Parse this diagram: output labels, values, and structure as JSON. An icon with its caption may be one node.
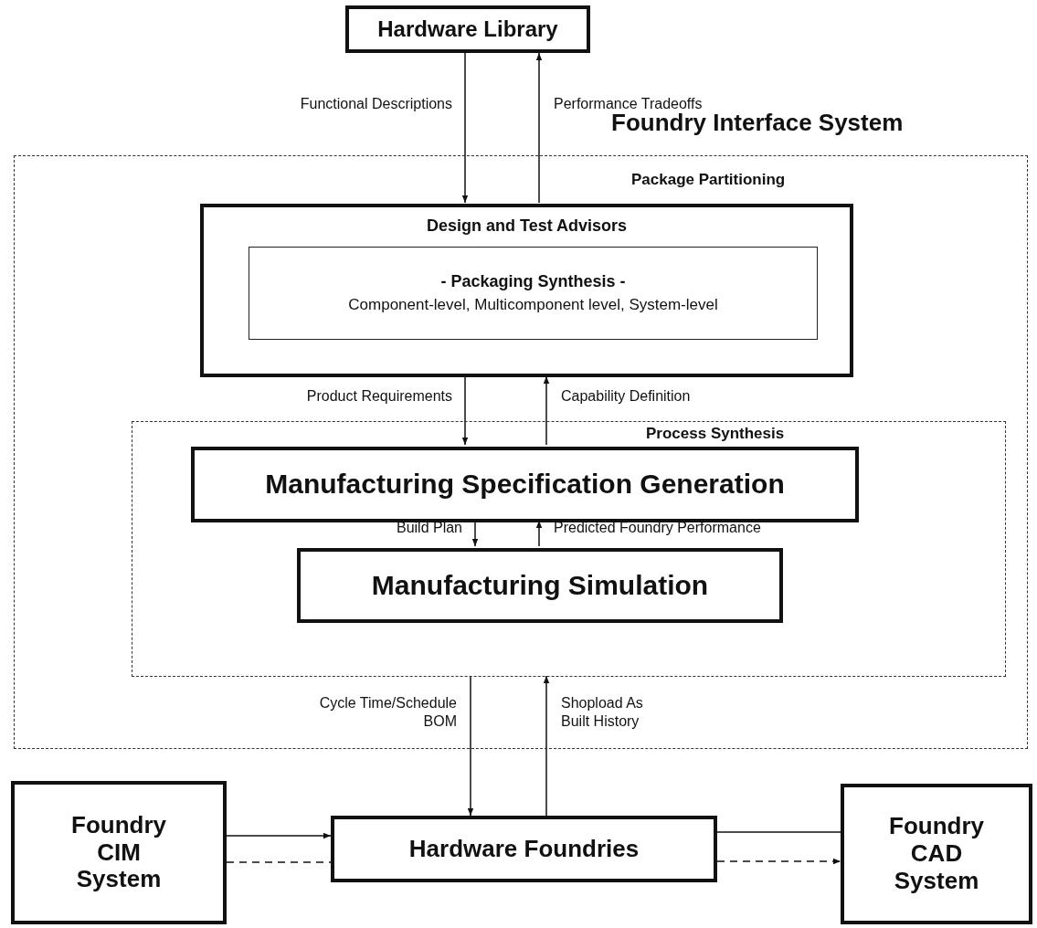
{
  "diagram": {
    "nodes": [
      {
        "text": [
          "Hardware Library"
        ]
      },
      {
        "text": [
          "Foundry Interface System",
          "Package Partitioning"
        ]
      },
      {
        "text": [
          "Design and Test Advisors"
        ],
        "in": 1
      },
      {
        "text": [
          "- Packaging Synthesis -",
          "Component-level, Multicomponent level, System-level"
        ],
        "in": 2
      },
      {
        "text": [
          "Process Synthesis"
        ],
        "in": 1
      },
      {
        "text": [
          "Manufacturing Specification Generation"
        ],
        "in": 4
      },
      {
        "text": [
          "Manufacturing Simulation"
        ],
        "in": 4
      },
      {
        "text": [
          "Foundry CIM System"
        ]
      },
      {
        "text": [
          "Hardware Foundries"
        ]
      },
      {
        "text": [
          "Foundry CAD System"
        ]
      }
    ],
    "edges": [
      {
        "from": 0,
        "to": 2,
        "arrow": "to",
        "label": "Functional Descriptions"
      },
      {
        "from": 2,
        "to": 0,
        "arrow": "to",
        "label": "Performance Tradeoffs"
      },
      {
        "from": 2,
        "to": 5,
        "arrow": "to",
        "label": "Product Requirements"
      },
      {
        "from": 5,
        "to": 2,
        "arrow": "to",
        "label": "Capability Definition"
      },
      {
        "from": 5,
        "to": 6,
        "arrow": "to",
        "label": "Build Plan"
      },
      {
        "from": 6,
        "to": 5,
        "arrow": "to",
        "label": "Predicted Foundry Performance"
      },
      {
        "from": 4,
        "to": 8,
        "arrow": "to",
        "label": "Cycle Time/Schedule BOM"
      },
      {
        "from": 8,
        "to": 4,
        "arrow": "to",
        "label": "Shopload As Built History"
      },
      {
        "from": 7,
        "to": 8,
        "arrow": "to"
      },
      {
        "from": 7,
        "to": 8,
        "arrow": "none",
        "style": "dashed"
      },
      {
        "from": 8,
        "to": 9,
        "arrow": "none"
      },
      {
        "from": 8,
        "to": 9,
        "arrow": "to",
        "style": "dashed"
      }
    ]
  }
}
